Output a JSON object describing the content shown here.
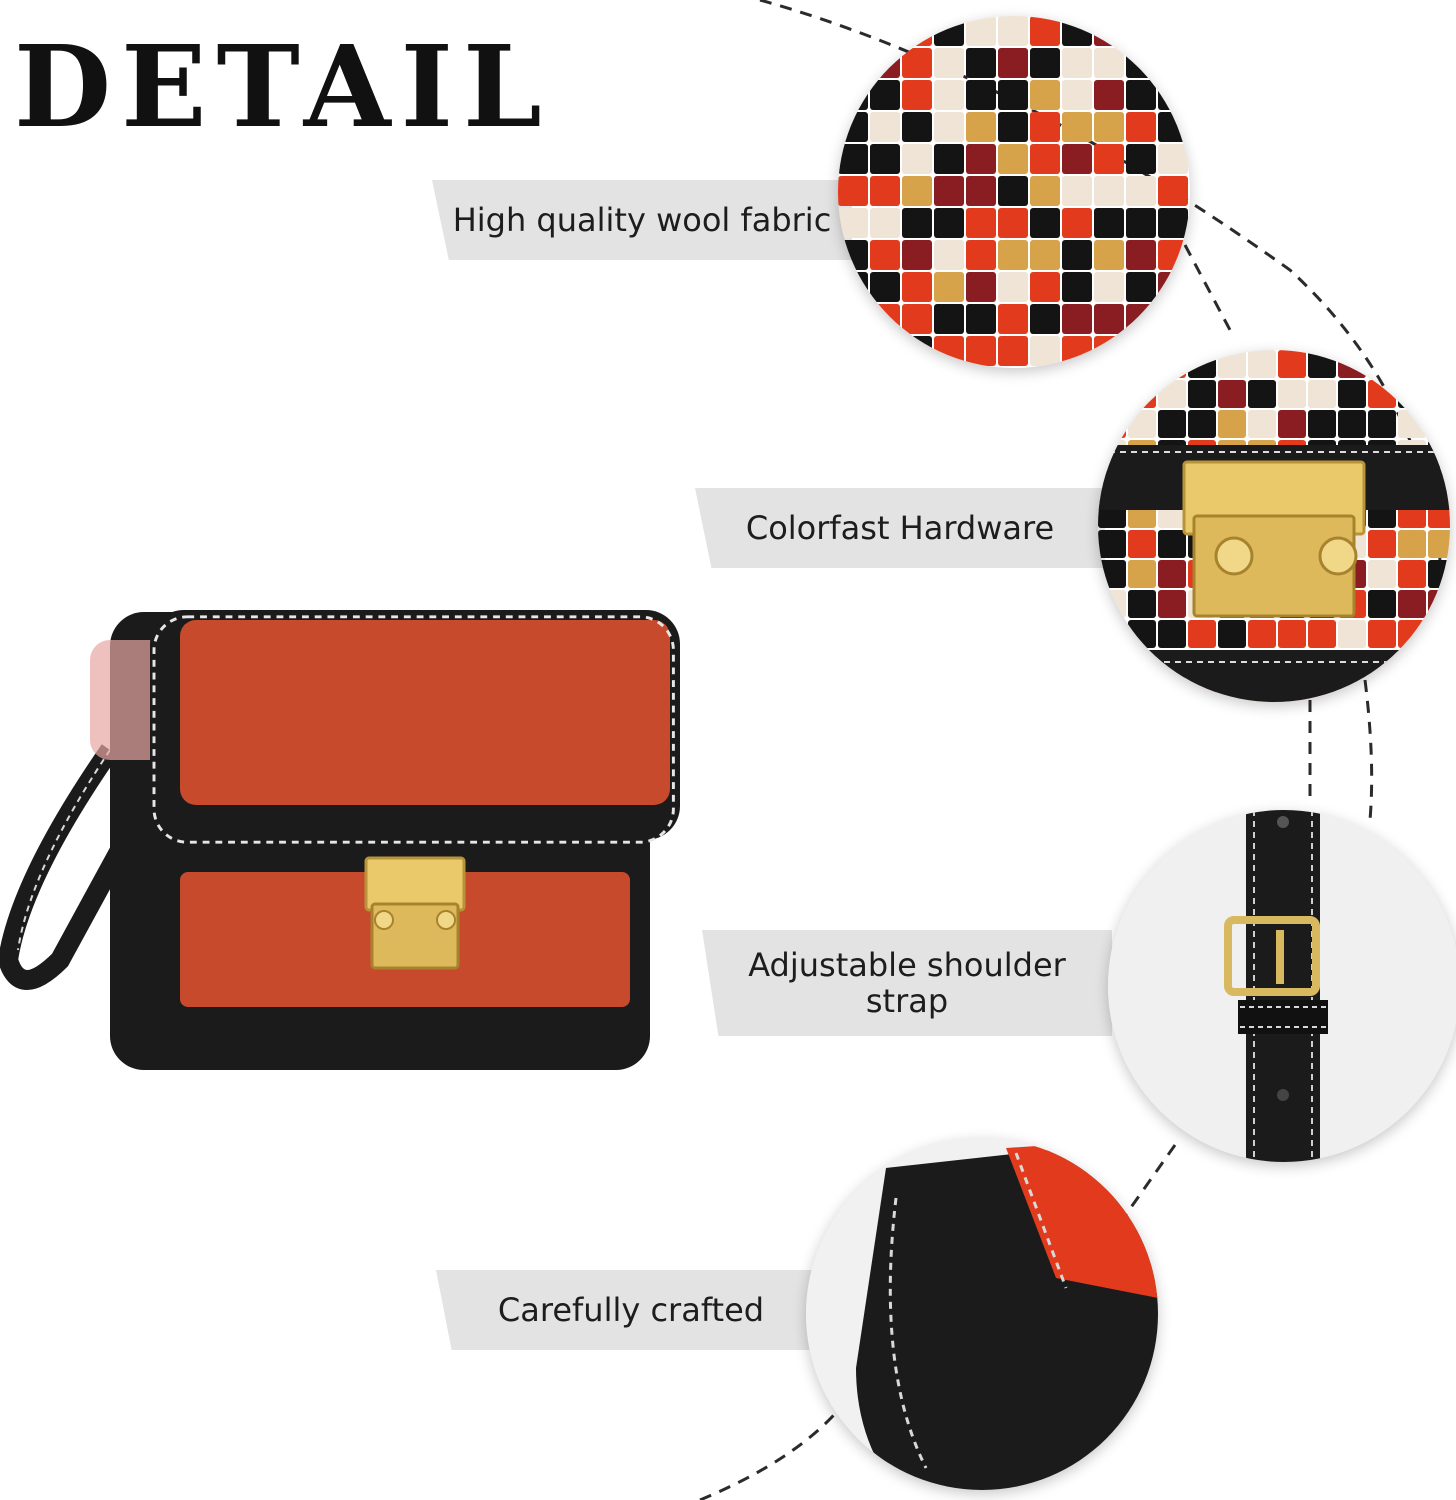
{
  "heading": {
    "title": "DETAIL"
  },
  "features": [
    {
      "label": "High quality wool fabric"
    },
    {
      "label": "Colorfast Hardware"
    },
    {
      "label": "Adjustable shoulder strap"
    },
    {
      "label": "Carefully crafted"
    }
  ],
  "palette": {
    "band": "#e3e3e3",
    "tweed_red": "#e23a1c",
    "tweed_black": "#141414",
    "tweed_mustard": "#d6a24a",
    "tweed_cream": "#efe4d6",
    "tweed_maroon": "#8a1d22",
    "leather": "#1b1b1b",
    "hardware_gold": "#e9c96a",
    "lining_pink": "#e8a7a3"
  }
}
